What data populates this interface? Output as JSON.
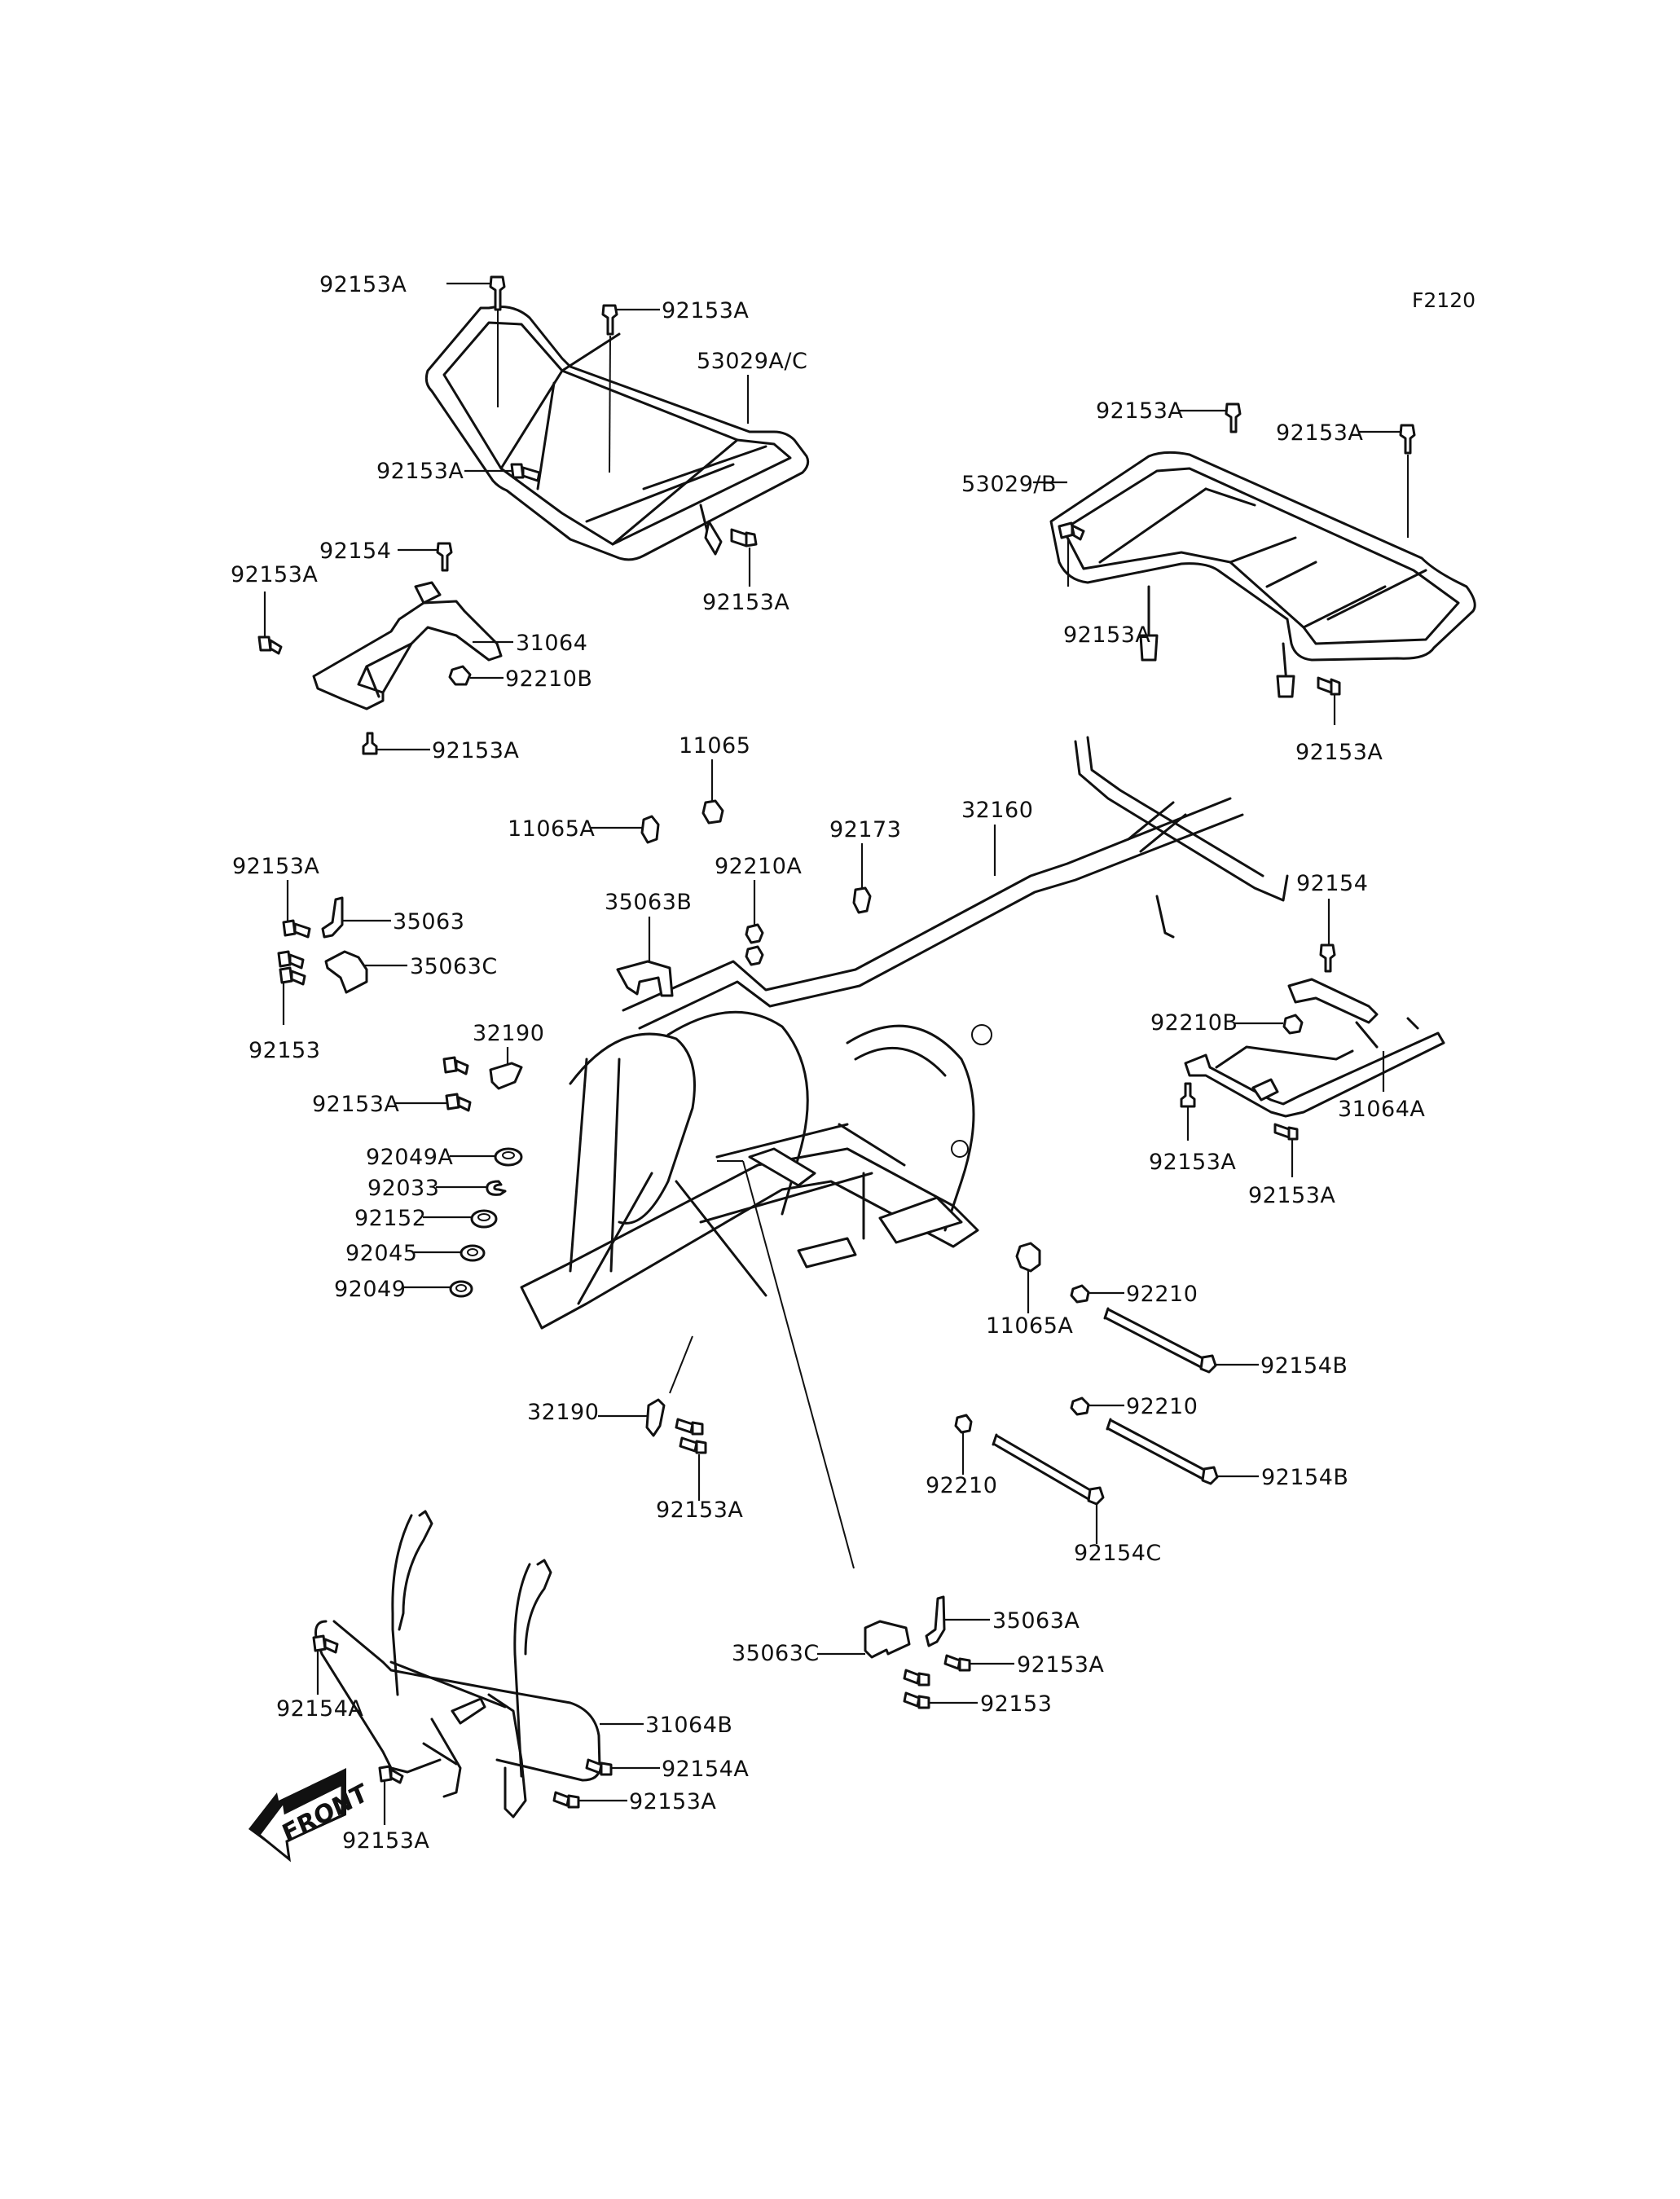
{
  "diagram": {
    "title_code": "F2120",
    "front_indicator": "FRONT",
    "callouts": [
      {
        "id": "c01",
        "part": "92153A",
        "group": "front-carrier"
      },
      {
        "id": "c02",
        "part": "92153A",
        "group": "front-carrier"
      },
      {
        "id": "c03",
        "part": "53029A/C",
        "group": "front-carrier"
      },
      {
        "id": "c04",
        "part": "92153A",
        "group": "front-carrier"
      },
      {
        "id": "c05",
        "part": "92153A",
        "group": "front-carrier"
      },
      {
        "id": "c06",
        "part": "92154",
        "group": "front-bracket"
      },
      {
        "id": "c07",
        "part": "92153A",
        "group": "front-bracket"
      },
      {
        "id": "c08",
        "part": "31064",
        "group": "front-bracket"
      },
      {
        "id": "c09",
        "part": "92210B",
        "group": "front-bracket"
      },
      {
        "id": "c10",
        "part": "92153A",
        "group": "front-bracket"
      },
      {
        "id": "c11",
        "part": "92153A",
        "group": "rear-carrier"
      },
      {
        "id": "c12",
        "part": "92153A",
        "group": "rear-carrier"
      },
      {
        "id": "c13",
        "part": "53029/B",
        "group": "rear-carrier"
      },
      {
        "id": "c14",
        "part": "92153A",
        "group": "rear-carrier"
      },
      {
        "id": "c15",
        "part": "92153A",
        "group": "rear-carrier"
      },
      {
        "id": "c16",
        "part": "11065",
        "group": "frame"
      },
      {
        "id": "c17",
        "part": "11065A",
        "group": "frame"
      },
      {
        "id": "c18",
        "part": "92173",
        "group": "frame"
      },
      {
        "id": "c19",
        "part": "32160",
        "group": "frame"
      },
      {
        "id": "c20",
        "part": "92210A",
        "group": "frame"
      },
      {
        "id": "c21",
        "part": "35063B",
        "group": "frame"
      },
      {
        "id": "c22",
        "part": "92153A",
        "group": "left-hardware"
      },
      {
        "id": "c23",
        "part": "35063",
        "group": "left-hardware"
      },
      {
        "id": "c24",
        "part": "35063C",
        "group": "left-hardware"
      },
      {
        "id": "c25",
        "part": "92153",
        "group": "left-hardware"
      },
      {
        "id": "c26",
        "part": "32190",
        "group": "left-hardware"
      },
      {
        "id": "c27",
        "part": "92153A",
        "group": "left-hardware"
      },
      {
        "id": "c28",
        "part": "92049A",
        "group": "washers"
      },
      {
        "id": "c29",
        "part": "92033",
        "group": "washers"
      },
      {
        "id": "c30",
        "part": "92152",
        "group": "washers"
      },
      {
        "id": "c31",
        "part": "92045",
        "group": "washers"
      },
      {
        "id": "c32",
        "part": "92049",
        "group": "washers"
      },
      {
        "id": "c33",
        "part": "92154",
        "group": "rear-bracket"
      },
      {
        "id": "c34",
        "part": "92210B",
        "group": "rear-bracket"
      },
      {
        "id": "c35",
        "part": "31064A",
        "group": "rear-bracket"
      },
      {
        "id": "c36",
        "part": "92153A",
        "group": "rear-bracket"
      },
      {
        "id": "c37",
        "part": "92153A",
        "group": "rear-bracket"
      },
      {
        "id": "c38",
        "part": "11065A",
        "group": "frame"
      },
      {
        "id": "c39",
        "part": "92210",
        "group": "bolts"
      },
      {
        "id": "c40",
        "part": "92154B",
        "group": "bolts"
      },
      {
        "id": "c41",
        "part": "92210",
        "group": "bolts"
      },
      {
        "id": "c42",
        "part": "92154B",
        "group": "bolts"
      },
      {
        "id": "c43",
        "part": "92210",
        "group": "bolts"
      },
      {
        "id": "c44",
        "part": "92154C",
        "group": "bolts"
      },
      {
        "id": "c45",
        "part": "32190",
        "group": "frame-lower"
      },
      {
        "id": "c46",
        "part": "92153A",
        "group": "frame-lower"
      },
      {
        "id": "c47",
        "part": "35063A",
        "group": "lower-right-hardware"
      },
      {
        "id": "c48",
        "part": "35063C",
        "group": "lower-right-hardware"
      },
      {
        "id": "c49",
        "part": "92153A",
        "group": "lower-right-hardware"
      },
      {
        "id": "c50",
        "part": "92153",
        "group": "lower-right-hardware"
      },
      {
        "id": "c51",
        "part": "92154A",
        "group": "front-guard"
      },
      {
        "id": "c52",
        "part": "31064B",
        "group": "front-guard"
      },
      {
        "id": "c53",
        "part": "92154A",
        "group": "front-guard"
      },
      {
        "id": "c54",
        "part": "92153A",
        "group": "front-guard"
      },
      {
        "id": "c55",
        "part": "92153A",
        "group": "front-guard"
      }
    ]
  }
}
